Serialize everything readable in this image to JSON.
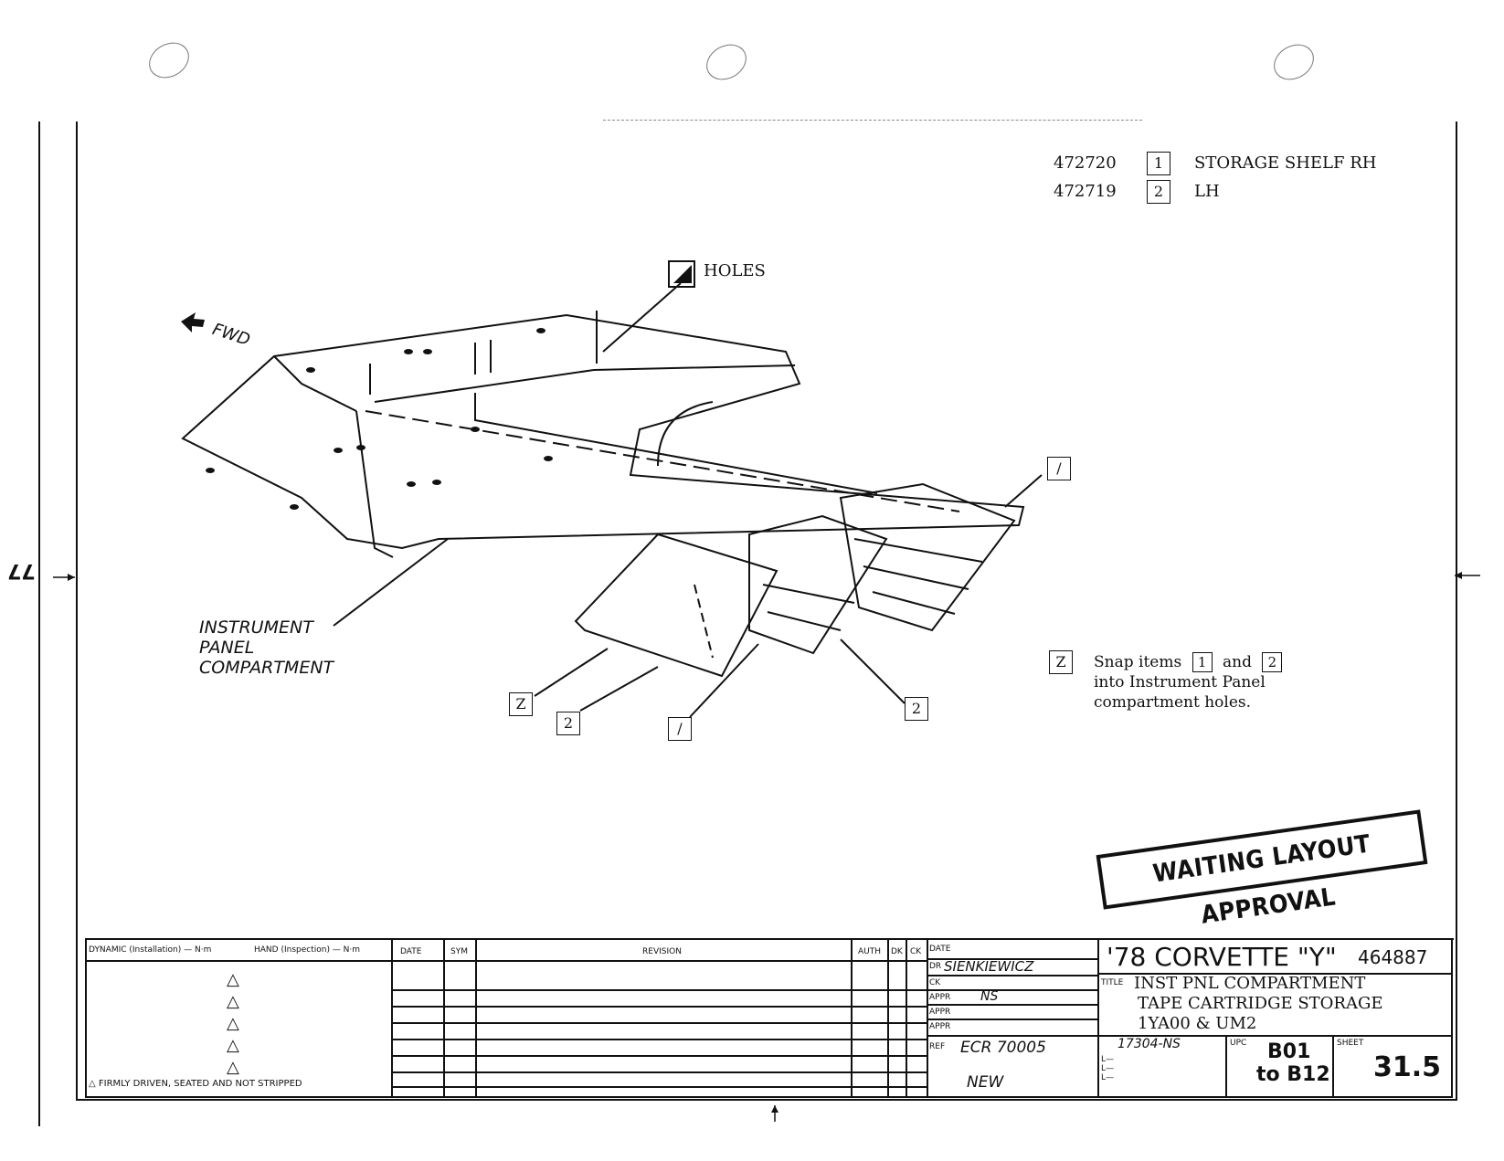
{
  "sheet_side_number": "77",
  "parts": [
    {
      "part_no": "472720",
      "item": "1",
      "desc": "STORAGE SHELF RH"
    },
    {
      "part_no": "472719",
      "item": "2",
      "desc": "LH"
    }
  ],
  "holes_label": "HOLES",
  "fwd_label": "FWD",
  "compartment_label": [
    "INSTRUMENT",
    "PANEL",
    "COMPARTMENT"
  ],
  "callouts": {
    "z": "Z",
    "one": "1",
    "two": "2",
    "slash": "/"
  },
  "note": {
    "line1_a": "Snap items",
    "line1_b": "and",
    "line2": "into Instrument Panel",
    "line3": "compartment holes."
  },
  "stamp_text": "WAITING LAYOUT APPROVAL",
  "title_block": {
    "torque_header_left": "DYNAMIC (Installation) — N·m",
    "torque_header_right": "HAND (Inspection) — N·m",
    "footnote": "FIRMLY DRIVEN, SEATED AND NOT STRIPPED",
    "col_date": "DATE",
    "col_sym": "SYM",
    "col_revision": "REVISION",
    "col_auth": "AUTH",
    "col_dk": "DK",
    "col_ck": "CK",
    "date_label": "DATE",
    "dr_label": "DR",
    "dr_value": "SIENKIEWICZ",
    "ck_label": "CK",
    "appr_label": "APPR",
    "appr_value": "NS",
    "appr2_label": "APPR",
    "appr3_label": "APPR",
    "ref_label": "REF",
    "ref_value": "ECR 70005",
    "ref_note": "NEW",
    "model_title": "'78 CORVETTE \"Y\"",
    "drawing_no": "464887",
    "title_label": "TITLE",
    "title_lines": [
      "INST PNL COMPARTMENT",
      "TAPE CARTRIDGE STORAGE",
      "1YA00 & UM2"
    ],
    "l_entry": "17304-NS",
    "upc_label": "UPC",
    "upc_value_1": "B01",
    "upc_value_2": "to B12",
    "sheet_label": "SHEET",
    "sheet_value": "31.5"
  }
}
